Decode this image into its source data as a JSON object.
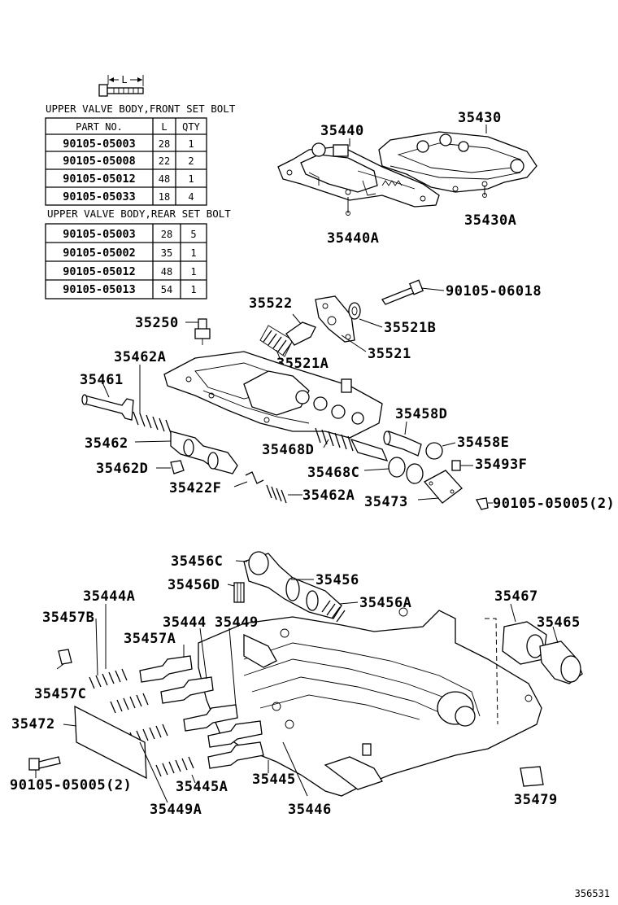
{
  "front_table": {
    "caption": "UPPER VALVE BODY,FRONT SET BOLT",
    "headers": [
      "PART NO.",
      "L",
      "QTY"
    ],
    "rows": [
      [
        "90105-05003",
        "28",
        "1"
      ],
      [
        "90105-05008",
        "22",
        "2"
      ],
      [
        "90105-05012",
        "48",
        "1"
      ],
      [
        "90105-05033",
        "18",
        "4"
      ]
    ]
  },
  "rear_table": {
    "caption": "UPPER VALVE BODY,REAR SET BOLT",
    "rows": [
      [
        "90105-05003",
        "28",
        "5"
      ],
      [
        "90105-05002",
        "35",
        "1"
      ],
      [
        "90105-05012",
        "48",
        "1"
      ],
      [
        "90105-05013",
        "54",
        "1"
      ]
    ]
  },
  "bolt_dimension_label": "L",
  "labels": {
    "p35440": "35440",
    "p35430": "35430",
    "p35440A": "35440A",
    "p35430A": "35430A",
    "p90105_06018": "90105-06018",
    "p35522": "35522",
    "p35250": "35250",
    "p35521B": "35521B",
    "p35521A": "35521A",
    "p35521": "35521",
    "p35462A_top": "35462A",
    "p35461": "35461",
    "p35458D": "35458D",
    "p35462": "35462",
    "p35468D": "35468D",
    "p35458E": "35458E",
    "p35462D": "35462D",
    "p35468C": "35468C",
    "p35493F": "35493F",
    "p35422F": "35422F",
    "p35462A_bottom": "35462A",
    "p35473": "35473",
    "p90105_05005_right": "90105-05005(2)",
    "p35456C": "35456C",
    "p35456D": "35456D",
    "p35456": "35456",
    "p35444A": "35444A",
    "p35456A": "35456A",
    "p35467": "35467",
    "p35457B": "35457B",
    "p35444": "35444",
    "p35449": "35449",
    "p35465": "35465",
    "p35457A": "35457A",
    "p35457C": "35457C",
    "p35472": "35472",
    "p35445": "35445",
    "p35445A": "35445A",
    "p90105_05005_left": "90105-05005(2)",
    "p35446": "35446",
    "p35479": "35479",
    "p35449A": "35449A"
  },
  "reference_number": "356531"
}
